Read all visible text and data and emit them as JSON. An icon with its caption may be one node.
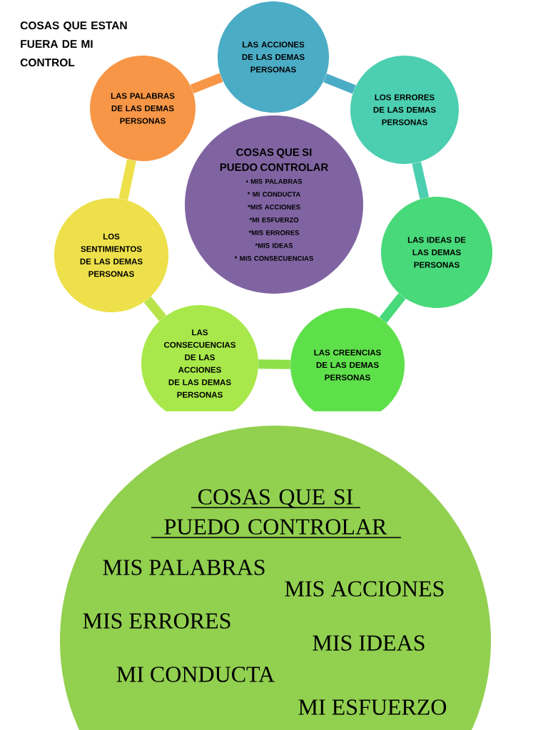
{
  "diagram": {
    "title": "COSAS QUE ESTAN FUERA DE MI CONTROL",
    "nodes": [
      {
        "text": [
          "COSAS QUE SI PUEDO CONTROLAR",
          "• MIS PALABRAS",
          "* MI CONDUCTA",
          "*MIS ACCIONES",
          "*MI ESFUERZO",
          "*MIS ERRORES",
          "*MIS IDEAS",
          "* MIS CONSECUENCIAS"
        ]
      },
      {
        "text": [
          "LAS ACCIONES DE LAS DEMAS PERSONAS"
        ]
      },
      {
        "text": [
          "LOS ERRORES DE LAS DEMAS PERSONAS"
        ]
      },
      {
        "text": [
          "LAS IDEAS DE LAS DEMAS PERSONAS"
        ]
      },
      {
        "text": [
          "LAS CREENCIAS DE LAS DEMAS PERSONAS"
        ]
      },
      {
        "text": [
          "LAS CONSECUENCIAS DE LAS ACCIONES DE LAS DEMAS PERSONAS"
        ]
      },
      {
        "text": [
          "LOS SENTIMIENTOS DE LAS DEMAS PERSONAS"
        ]
      },
      {
        "text": [
          "LAS PALABRAS DE LAS DEMAS PERSONAS"
        ]
      },
      {
        "text": [
          "COSAS QUE SI PUEDO CONTROLAR",
          "MIS PALABRAS",
          "MIS ACCIONES",
          "MIS ERRORES",
          "MIS IDEAS",
          "MI CONDUCTA",
          "MI ESFUERZO"
        ]
      }
    ],
    "edges": [
      {
        "from": 7,
        "to": 1,
        "arrow": "none",
        "color": "#f79646"
      },
      {
        "from": 1,
        "to": 2,
        "arrow": "none",
        "color": "#4bacc6"
      },
      {
        "from": 2,
        "to": 3,
        "arrow": "none",
        "color": "#4bcfb0"
      },
      {
        "from": 3,
        "to": 4,
        "arrow": "none",
        "color": "#48d97a"
      },
      {
        "from": 4,
        "to": 5,
        "arrow": "none",
        "color": "#8ee04a"
      },
      {
        "from": 5,
        "to": 6,
        "arrow": "none",
        "color": "#b8e44a"
      },
      {
        "from": 6,
        "to": 7,
        "arrow": "none",
        "color": "#ede04a"
      }
    ]
  }
}
